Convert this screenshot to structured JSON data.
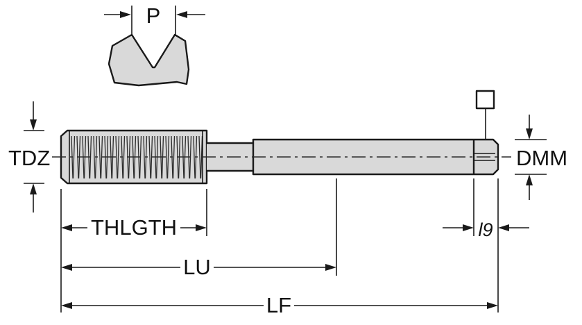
{
  "labels": {
    "pitch": "P",
    "thread_diameter": "TDZ",
    "shank_diameter": "DMM",
    "thread_length": "THLGTH",
    "usable_length": "LU",
    "overall_length": "LF",
    "square_length": "l9"
  },
  "icons": {
    "square_drive_symbol": "square-outline"
  },
  "colors": {
    "body_fill": "#d9d9d9",
    "outline": "#1a1a1a",
    "background": "#ffffff"
  }
}
